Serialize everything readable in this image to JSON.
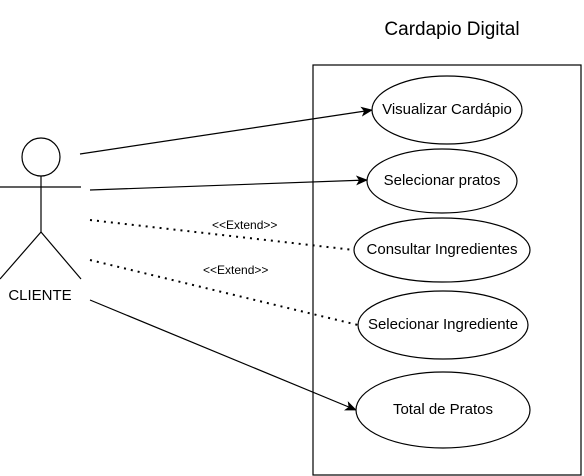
{
  "system": {
    "title": "Cardapio Digital"
  },
  "actor": {
    "name": "CLIENTE"
  },
  "use_cases": [
    {
      "label": "Visualizar Cardápio"
    },
    {
      "label": "Selecionar pratos"
    },
    {
      "label": "Consultar Ingredientes"
    },
    {
      "label": "Selecionar Ingrediente"
    },
    {
      "label": "Total de Pratos"
    }
  ],
  "relations": [
    {
      "type": "association",
      "to": "Visualizar Cardápio"
    },
    {
      "type": "association",
      "to": "Selecionar pratos"
    },
    {
      "type": "extend",
      "label": "<<Extend>>",
      "to": "Consultar Ingredientes"
    },
    {
      "type": "extend",
      "label": "<<Extend>>",
      "to": "Selecionar Ingrediente"
    },
    {
      "type": "association",
      "to": "Total de Pratos"
    }
  ]
}
